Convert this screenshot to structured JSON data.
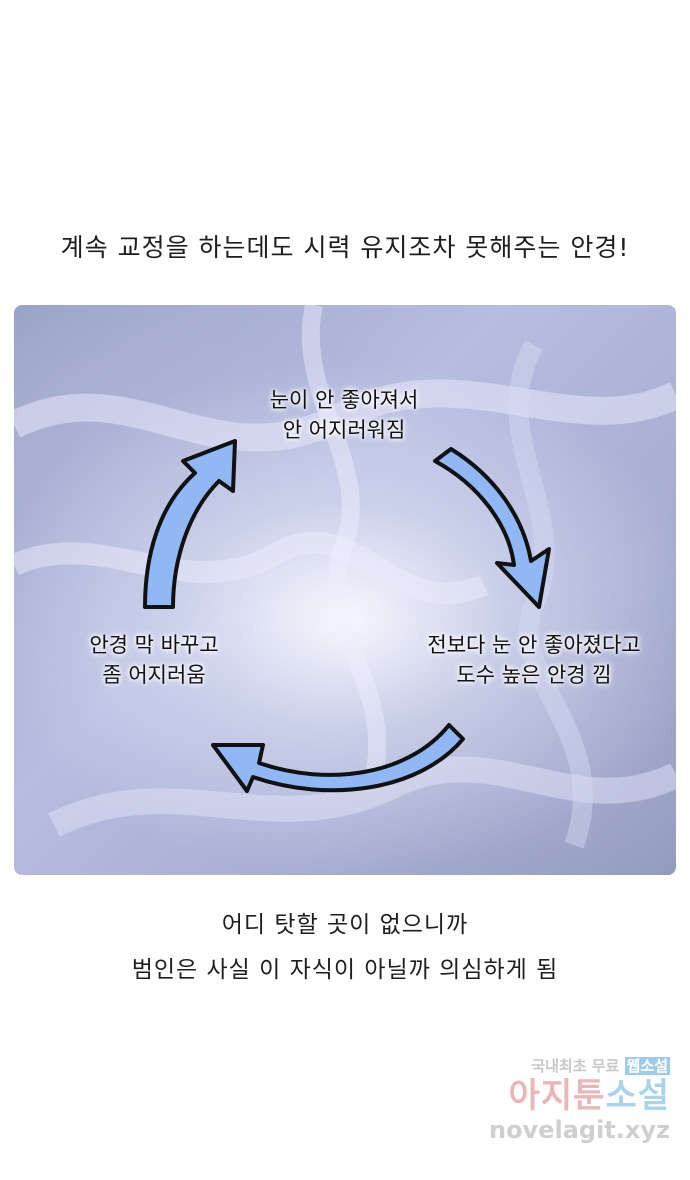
{
  "captions": {
    "top": "계속 교정을 하는데도 시력 유지조차 못해주는 안경!",
    "bottom_line1": "어디 탓할 곳이 없으니까",
    "bottom_line2": "범인은 사실 이 자식이 아닐까 의심하게 됨"
  },
  "cycle": {
    "top": [
      "눈이 안 좋아져서",
      "안 어지러워짐"
    ],
    "right": [
      "전보다 눈 안 좋아졌다고",
      "도수 높은 안경 낌"
    ],
    "left": [
      "안경 막 바꾸고",
      "좀 어지러움"
    ]
  },
  "watermark": {
    "tag_prefix": "국내최초 무료",
    "tag_highlight": "웹소설",
    "title_a": "아지툰",
    "title_b": "소설",
    "url": "novelagit.xyz"
  },
  "colors": {
    "arrow_fill": "#8fb8f5",
    "arrow_stroke": "#111111"
  }
}
